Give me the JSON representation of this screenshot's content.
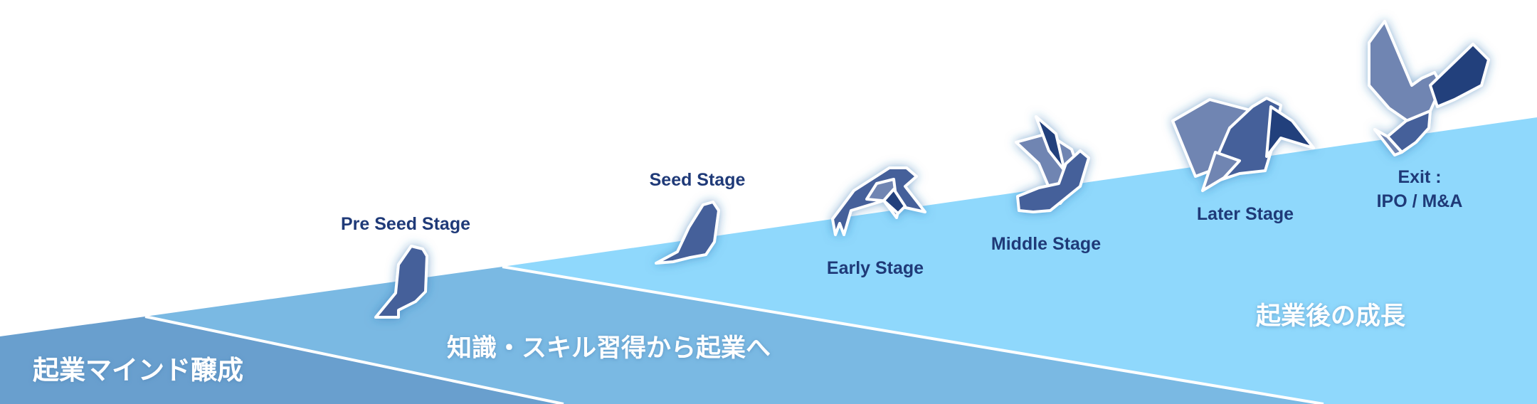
{
  "phases": [
    {
      "label": "起業マインド醸成",
      "color": "#699fce"
    },
    {
      "label": "知識・スキル習得から起業へ",
      "color": "#7ab9e3"
    },
    {
      "label": "起業後の成長",
      "color": "#8fd8fc"
    }
  ],
  "stages": {
    "pre_seed": "Pre Seed Stage",
    "seed": "Seed Stage",
    "early": "Early Stage",
    "middle": "Middle Stage",
    "later": "Later Stage",
    "exit_line1": "Exit :",
    "exit_line2": "IPO / M&A"
  },
  "colors": {
    "stage_text": "#1f3a78",
    "bird": "#44609a",
    "bird_light": "#7085b2",
    "bird_dark": "#233f7c"
  }
}
